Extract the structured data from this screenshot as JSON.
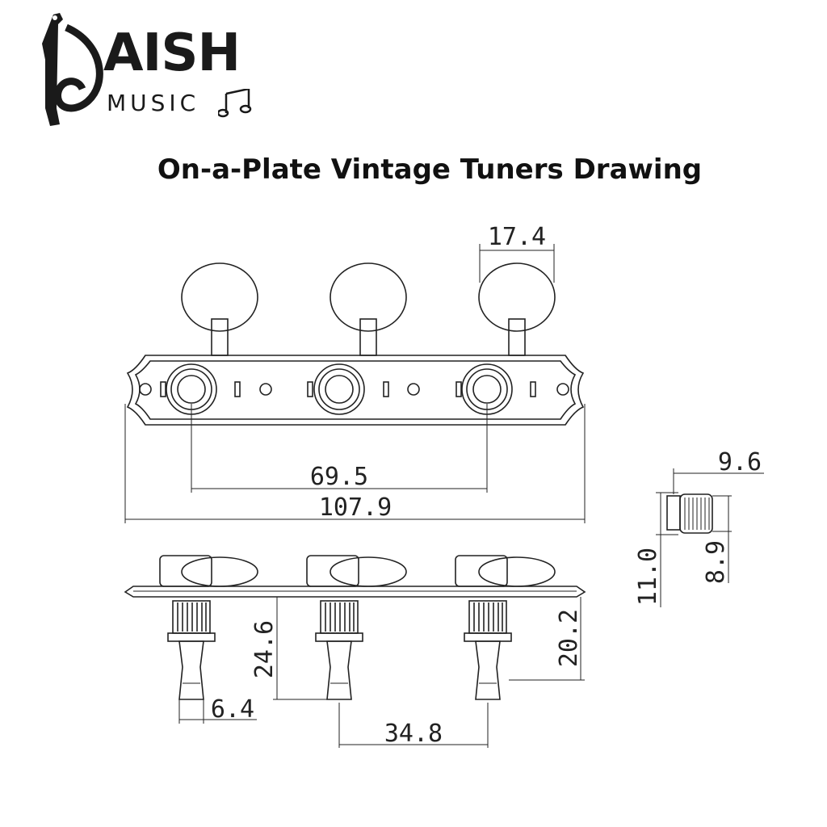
{
  "brand": {
    "word": "AISH",
    "sub": "MUSIC"
  },
  "title": "On-a-Plate Vintage Tuners Drawing",
  "dimensions": {
    "knob_width": "17.4",
    "post_spacing": "69.5",
    "plate_length": "107.9",
    "bushing_length": "9.6",
    "bushing_outer": "11.0",
    "bushing_inner": "8.9",
    "post_height": "24.6",
    "post_diameter": "6.4",
    "post_pitch": "34.8",
    "post_below_plate": "20.2"
  }
}
